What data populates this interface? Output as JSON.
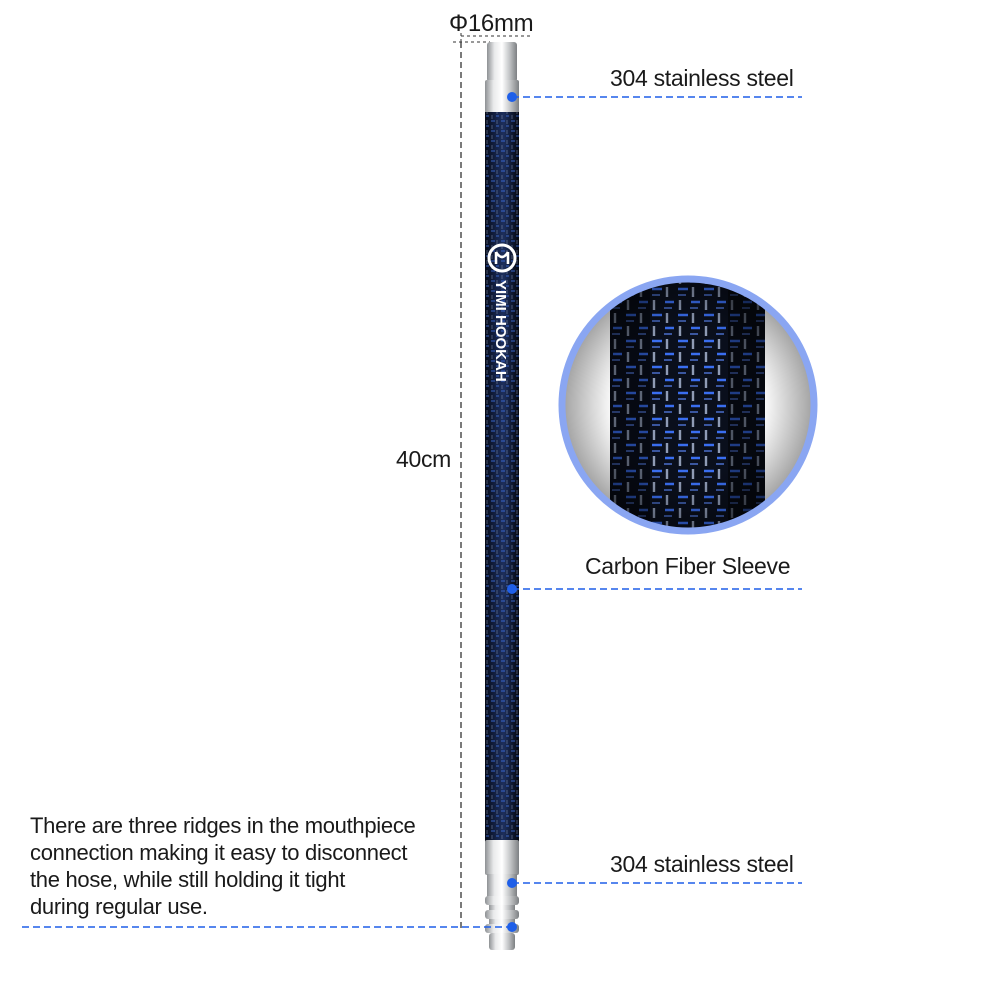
{
  "dimensions": {
    "diameter": "Φ16mm",
    "length": "40cm"
  },
  "callouts": {
    "top_steel": "304 stainless steel",
    "sleeve": "Carbon Fiber Sleeve",
    "bottom_steel": "304 stainless steel"
  },
  "note": {
    "lines": [
      "There are three ridges in the mouthpiece",
      "connection making it easy to disconnect",
      "the hose, while still holding it tight",
      "during regular use."
    ]
  },
  "branding": {
    "logo_text": "YIMI HOOKAH"
  },
  "colors": {
    "accent": "#1f5fe8",
    "steel": "#c8cacc",
    "carbon": "#0b1630",
    "ring": "#8aa6f2"
  }
}
